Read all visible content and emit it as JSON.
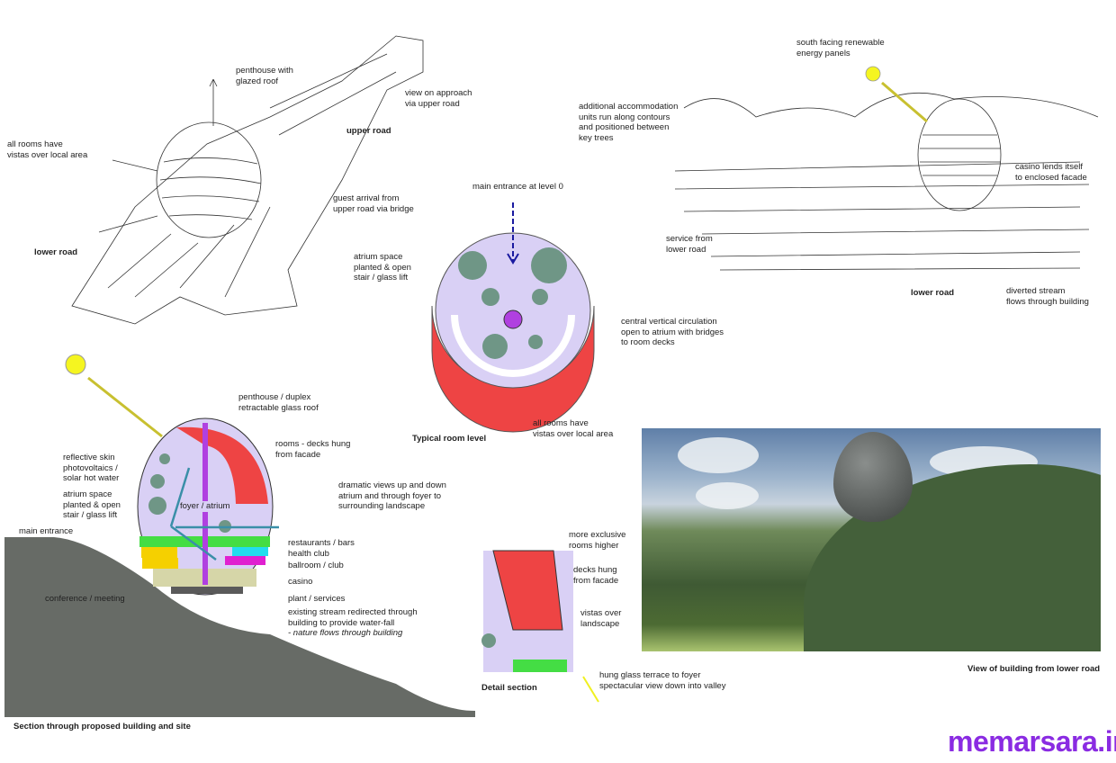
{
  "site_plan": {
    "penthouse": "penthouse with\nglazed roof",
    "view_approach": "view on approach\nvia upper road",
    "upper_road": "upper road",
    "all_rooms": "all rooms have\nvistas over local area",
    "guest_arrival": "guest arrival from\nupper road via bridge",
    "lower_road": "lower road"
  },
  "typical_level": {
    "main_entrance": "main entrance at level 0",
    "atrium": "atrium space\nplanted & open\nstair / glass lift",
    "circulation": "central vertical circulation\nopen to atrium with bridges\nto room decks",
    "all_rooms": "all rooms have\nvistas over local area",
    "title": "Typical room level"
  },
  "elevation": {
    "energy": "south facing renewable\nenergy panels",
    "accommodation": "additional accommodation\nunits run along contours\nand positioned between\nkey trees",
    "casino": "casino lends itself\nto enclosed facade",
    "service": "service from\nlower road",
    "lower_road": "lower road",
    "stream": "diverted stream\nflows through building"
  },
  "section": {
    "penthouse": "penthouse / duplex\nretractable glass roof",
    "rooms": "rooms - decks hung\nfrom facade",
    "skin": "reflective skin\nphotovoltaics /\nsolar hot water",
    "atrium": "atrium space\nplanted & open\nstair / glass lift",
    "views": "dramatic views up and down\natrium and through foyer to\nsurrounding landscape",
    "foyer": "foyer / atrium",
    "main_entrance": "main entrance",
    "restaurants": "restaurants / bars",
    "health": "health club",
    "ballroom": "ballroom / club",
    "casino": "casino",
    "plant": "plant / services",
    "conference": "conference / meeting",
    "stream": "existing stream redirected through\nbuilding to provide water-fall",
    "nature": "- nature flows through building",
    "title": "Section through proposed building and site"
  },
  "detail": {
    "exclusive": "more exclusive\nrooms higher",
    "decks": "decks hung\nfrom facade",
    "vistas": "vistas over\nlandscape",
    "terrace": "hung glass terrace to foyer\nspectacular view down into valley",
    "title": "Detail section"
  },
  "photo": {
    "caption": "View of building from lower road"
  },
  "watermark": "memarsara.ir",
  "colors": {
    "rooms": "#ee4444",
    "atrium": "#d9d0f5",
    "core": "#b040e0",
    "ground": "#676b66",
    "sun": "#f5f520",
    "arrow": "#3a8fa8"
  }
}
